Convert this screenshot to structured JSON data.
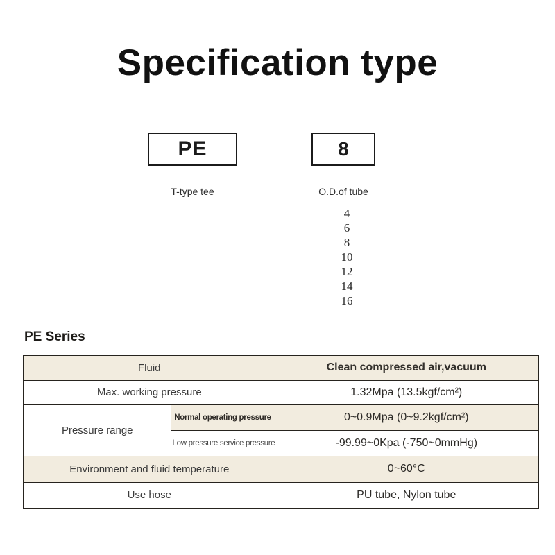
{
  "title": "Specification type",
  "ordering_code": {
    "segments": [
      {
        "code": "PE",
        "label": "T-type tee"
      },
      {
        "code": "8",
        "label": "O.D.of tube"
      }
    ],
    "tube_od_options": [
      "4",
      "6",
      "8",
      "10",
      "12",
      "14",
      "16"
    ]
  },
  "series": {
    "heading": "PE Series"
  },
  "spec_table": {
    "rows": [
      {
        "label": "Fluid",
        "value": "Clean compressed air,vacuum"
      },
      {
        "label": "Max. working pressure",
        "value": "1.32Mpa  (13.5kgf/cm²)"
      },
      {
        "group_label": "Pressure range",
        "sub_label": "Normal operating pressure",
        "value": "0~0.9Mpa  (0~9.2kgf/cm²)"
      },
      {
        "sub_label": "Low pressure service pressure",
        "value": "-99.99~0Kpa  (-750~0mmHg)"
      },
      {
        "label": "Environment and fluid temperature",
        "value": "0~60°C"
      },
      {
        "label": "Use hose",
        "value": "PU tube, Nylon tube"
      }
    ]
  },
  "colors": {
    "row_shade": "#f2ecdf",
    "table_border": "#26231e",
    "title_text": "#111111"
  }
}
